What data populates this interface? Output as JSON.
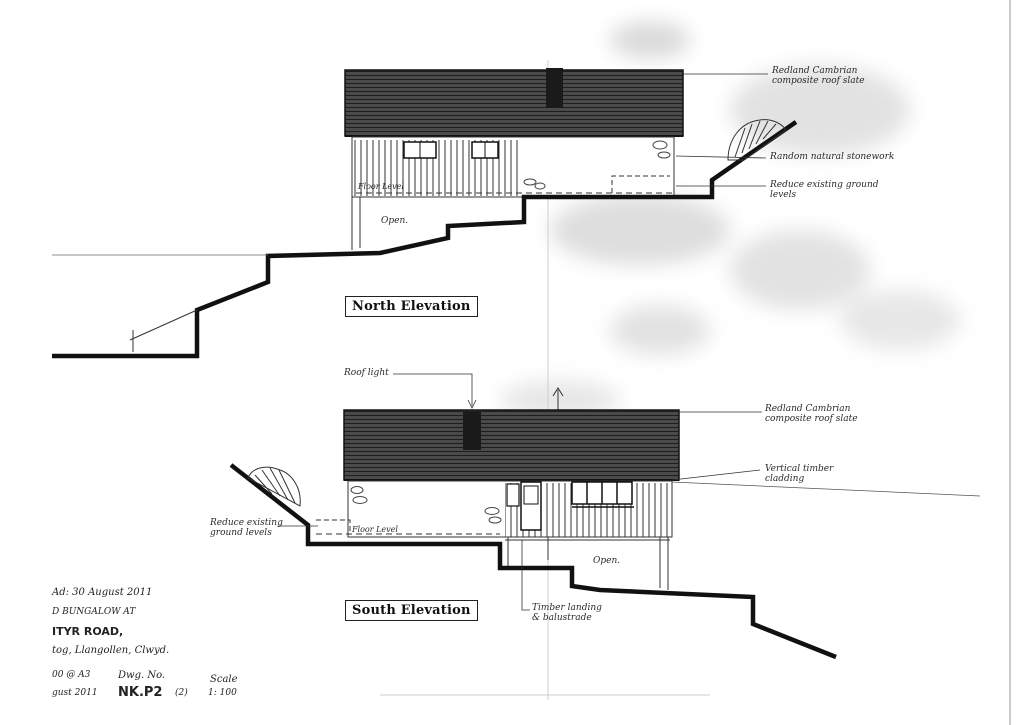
{
  "north": {
    "title": "North Elevation",
    "annotations": {
      "roof": "Redland Cambrian\ncomposite roof slate",
      "stonework": "Random natural stonework",
      "ground": "Reduce existing ground\nlevels",
      "floor": "Floor Level",
      "open": "Open."
    }
  },
  "south": {
    "title": "South Elevation",
    "annotations": {
      "rooflight": "Roof light",
      "roof": "Redland Cambrian\ncomposite roof slate",
      "cladding": "Vertical   timber\ncladding",
      "ground": "Reduce existing\nground levels",
      "floor": "Floor Level",
      "open": "Open.",
      "landing": "Timber landing\n& balustrade"
    }
  },
  "title_block": {
    "date": "Ad: 30 August 2011",
    "line2": "D BUNGALOW AT",
    "road": "ITYR ROAD,",
    "town": "tog, Llangollen, Clwyd.",
    "paper": "00 @ A3",
    "dwg_label": "Dwg. No.",
    "scale_label": "Scale",
    "date2": "gust 2011",
    "dwg_no": "NK.P2",
    "rev": "(2)",
    "scale": "1: 100"
  },
  "colors": {
    "ink": "#1a1a1a",
    "roof": "#3a3a3a",
    "paper": "#ffffff",
    "smudge": "#9a9a9a"
  }
}
